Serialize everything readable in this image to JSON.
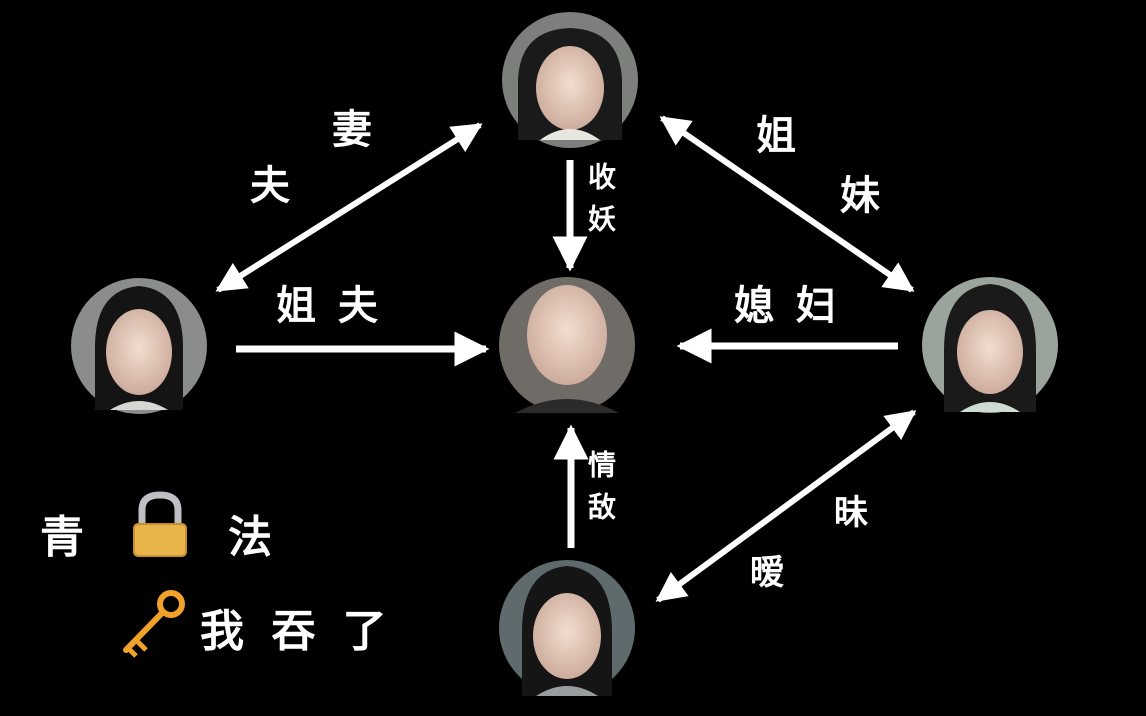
{
  "labels": {
    "top_left_a": "妻",
    "top_left_b": "夫",
    "top_right_a": "姐",
    "top_right_b": "妹",
    "left_center": "姐 夫",
    "right_center": "媳 妇",
    "top_center": "收妖",
    "bottom_center": "情敌",
    "bottom_right_a": "昧",
    "bottom_right_b": "暧"
  },
  "legend": {
    "line1_left": "青",
    "line1_right": "法",
    "line2": "我 吞 了",
    "lock_icon": "lock-icon",
    "key_icon": "key-icon"
  },
  "colors": {
    "background": "#000000",
    "arrow": "#ffffff",
    "text": "#ffffff"
  }
}
